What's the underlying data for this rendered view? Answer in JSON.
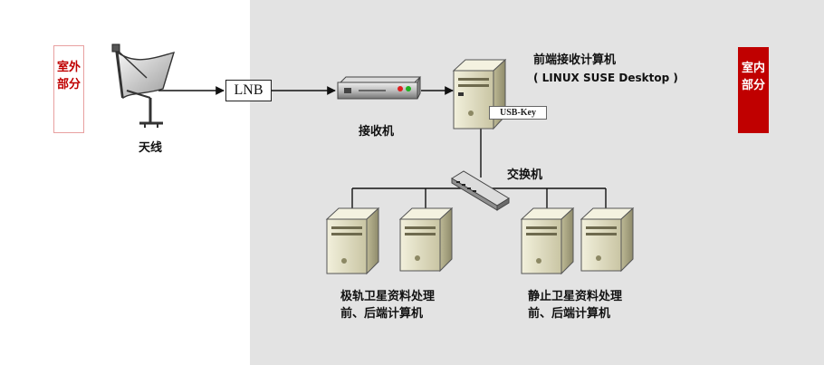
{
  "zones": {
    "outdoor": "室外部分",
    "indoor": "室内部分"
  },
  "nodes": {
    "antenna": "天线",
    "lnb": "LNB",
    "receiver": "接收机",
    "frontend_title": "前端接收计算机",
    "frontend_os": "( LINUX SUSE Desktop )",
    "usb_key": "USB-Key",
    "switch": "交换机",
    "polar_line1": "极轨卫星资料处理",
    "polar_line2": "前、后端计算机",
    "geo_line1": "静止卫星资料处理",
    "geo_line2": "前、后端计算机"
  },
  "colors": {
    "indoor_bg": "#e3e3e3",
    "zone_red": "#c00000",
    "line": "#111111"
  },
  "icons": [
    "satellite-dish-icon",
    "receiver-box-icon",
    "server-tower-icon",
    "network-switch-icon"
  ]
}
